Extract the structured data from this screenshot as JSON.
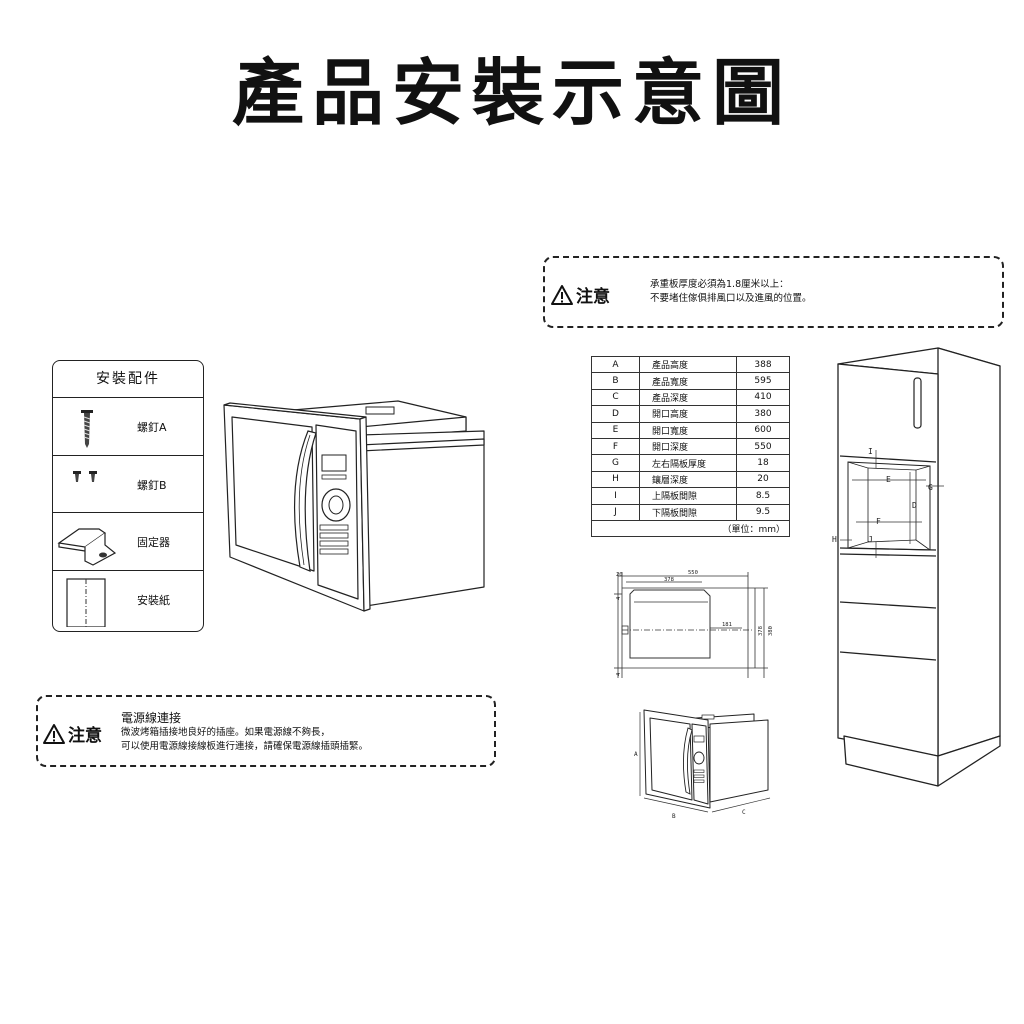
{
  "title": "產品安裝示意圖",
  "top_notice": {
    "label": "注意",
    "lines": [
      "承重板厚度必須為1.8厘米以上：",
      "不要堵住傢俱排風口以及進風的位置。"
    ]
  },
  "accessories": {
    "header": "安裝配件",
    "items": [
      {
        "label": "螺釘A",
        "icon": "long-screw-icon"
      },
      {
        "label": "螺釘B",
        "icon": "short-screws-icon"
      },
      {
        "label": "固定器",
        "icon": "bracket-icon"
      },
      {
        "label": "安裝紙",
        "icon": "template-sheet-icon"
      }
    ]
  },
  "bottom_notice": {
    "label": "注意",
    "heading": "電源線連接",
    "lines": [
      "微波烤箱插接地良好的插座。如果電源線不夠長，",
      "可以使用電源線接線板進行連接，請確保電源線插頭插緊。"
    ]
  },
  "spec_table": {
    "rows": [
      {
        "key": "A",
        "name": "產品高度",
        "value": "388"
      },
      {
        "key": "B",
        "name": "產品寬度",
        "value": "595"
      },
      {
        "key": "C",
        "name": "產品深度",
        "value": "410"
      },
      {
        "key": "D",
        "name": "開口高度",
        "value": "380"
      },
      {
        "key": "E",
        "name": "開口寬度",
        "value": "600"
      },
      {
        "key": "F",
        "name": "開口深度",
        "value": "550"
      },
      {
        "key": "G",
        "name": "左右隔板厚度",
        "value": "18"
      },
      {
        "key": "H",
        "name": "鑲層深度",
        "value": "20"
      },
      {
        "key": "I",
        "name": "上隔板間隙",
        "value": "8.5"
      },
      {
        "key": "J",
        "name": "下隔板間隙",
        "value": "9.5"
      }
    ],
    "unit": "（單位：mm）"
  },
  "side_view_labels": {
    "d20": "20",
    "d550": "550",
    "d378a": "378",
    "d181": "181",
    "d378b": "378",
    "d380": "380",
    "d4a": "4",
    "d4b": "4"
  },
  "small_oven_labels": {
    "a": "A",
    "b": "B",
    "c": "C"
  },
  "cabinet_labels": {
    "i": "I",
    "e": "E",
    "g": "G",
    "d": "D",
    "f": "F",
    "h": "H",
    "j": "J"
  }
}
